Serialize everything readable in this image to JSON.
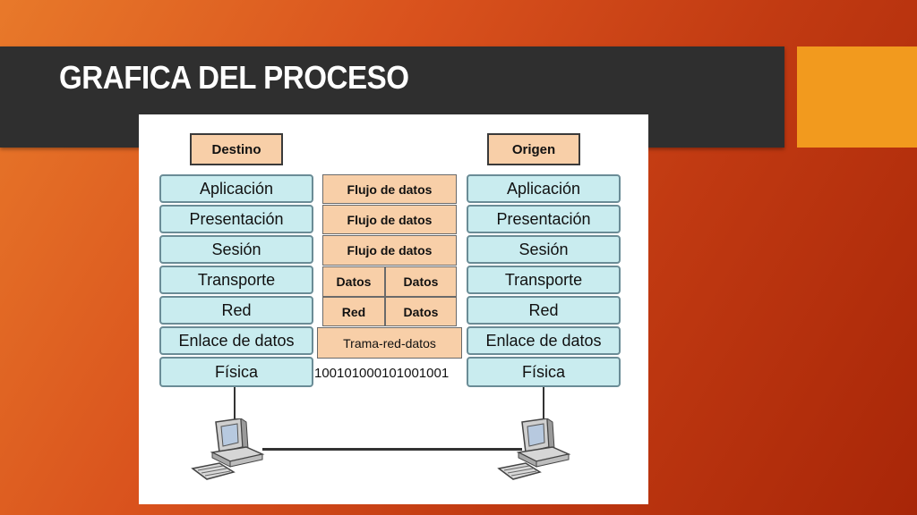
{
  "slide": {
    "title": "GRAFICA DEL PROCESO"
  },
  "diagram": {
    "left_header": "Destino",
    "right_header": "Origen",
    "left_layers": [
      "Aplicación",
      "Presentación",
      "Sesión",
      "Transporte",
      "Red",
      "Enlace de datos",
      "Física"
    ],
    "right_layers": [
      "Aplicación",
      "Presentación",
      "Sesión",
      "Transporte",
      "Red",
      "Enlace de datos",
      "Física"
    ],
    "flow": {
      "row1": "Flujo de datos",
      "row2": "Flujo de datos",
      "row3": "Flujo de datos",
      "row4_left": "Datos",
      "row4_right": "Datos",
      "row5_left": "Red",
      "row5_right": "Datos",
      "row6": "Trama-red-datos",
      "bits": "100101000101001001"
    },
    "icons": {
      "left_computer": "computer-icon",
      "right_computer": "computer-icon"
    }
  },
  "colors": {
    "title_bar": "#2f2f2f",
    "accent": "#f29a1e",
    "layer_fill": "#c9ecef",
    "pdu_fill": "#f8cfa8"
  }
}
